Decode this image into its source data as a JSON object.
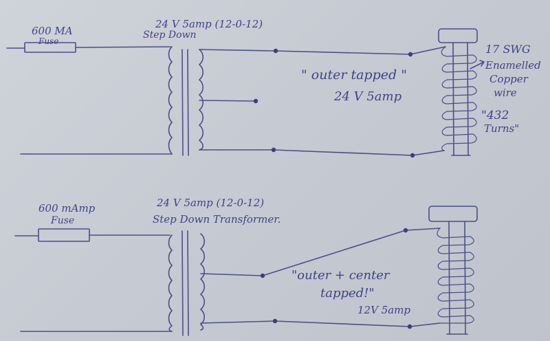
{
  "top": {
    "fuse_label_1": "600 MA",
    "fuse_label_2": "Fuse",
    "transformer_label_1": "24 V 5amp (12-0-12)",
    "transformer_label_2": "Step Down",
    "note_1": "\" outer tapped \"",
    "note_2": "24 V   5amp",
    "wire_1": "17 SWG",
    "wire_2": "Enamelled",
    "wire_3": "Copper",
    "wire_4": "wire",
    "turns_1": "\"432",
    "turns_2": "Turns\""
  },
  "bottom": {
    "fuse_label_1": "600 mAmp",
    "fuse_label_2": "Fuse",
    "transformer_label_1": "24 V 5amp (12-0-12)",
    "transformer_label_2": "Step Down Transformer.",
    "note_1": "\"outer + center",
    "note_2": "tapped!\"",
    "note_3": "12V 5amp"
  }
}
